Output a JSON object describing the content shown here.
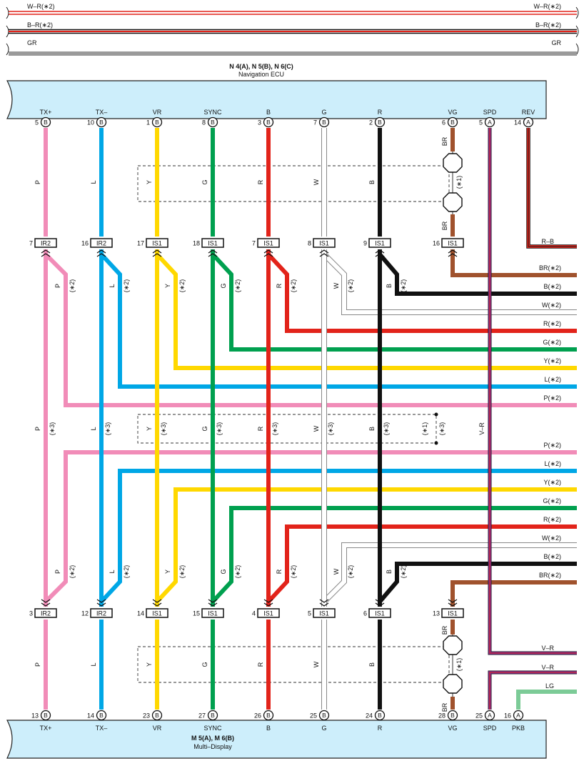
{
  "top_bus": [
    {
      "label_left": "W–R(∗2)",
      "label_right": "W–R(∗2)",
      "color": "#e2231a",
      "style": "double"
    },
    {
      "label_left": "B–R(∗2)",
      "label_right": "B–R(∗2)",
      "color": "#e2231a",
      "style": "blackred"
    },
    {
      "label_left": "GR",
      "label_right": "GR",
      "color": "#9a9a9a",
      "style": "solid"
    }
  ],
  "ecu_top": {
    "title": "N 4(A), N 5(B), N 6(C)",
    "subtitle": "Navigation ECU"
  },
  "ecu_bottom": {
    "title": "M 5(A), M 6(B)",
    "subtitle": "Multi–Display"
  },
  "wires": [
    {
      "key": "txp",
      "top_name": "TX+",
      "top_pin": "5",
      "top_conn": "B",
      "bot_name": "TX+",
      "bot_pin": "13",
      "bot_conn": "B",
      "color": "#f18cb8",
      "code": "P",
      "junction": "IR2",
      "j_top_pin": "7",
      "j_bot_pin": "3",
      "branch_code": "P",
      "branch_right": "P(∗2)",
      "branch_right2": "P(∗2)"
    },
    {
      "key": "txm",
      "top_name": "TX–",
      "top_pin": "10",
      "top_conn": "B",
      "bot_name": "TX–",
      "bot_pin": "14",
      "bot_conn": "B",
      "color": "#00a7e6",
      "code": "L",
      "junction": "IR2",
      "j_top_pin": "16",
      "j_bot_pin": "12",
      "branch_code": "L",
      "branch_right": "L(∗2)",
      "branch_right2": "L(∗2)"
    },
    {
      "key": "vr",
      "top_name": "VR",
      "top_pin": "1",
      "top_conn": "B",
      "bot_name": "VR",
      "bot_pin": "23",
      "bot_conn": "B",
      "color": "#ffd800",
      "code": "Y",
      "junction": "IS1",
      "j_top_pin": "17",
      "j_bot_pin": "14",
      "branch_code": "Y",
      "branch_right": "Y(∗2)",
      "branch_right2": "Y(∗2)"
    },
    {
      "key": "sync",
      "top_name": "SYNC",
      "top_pin": "8",
      "top_conn": "B",
      "bot_name": "SYNC",
      "bot_pin": "27",
      "bot_conn": "B",
      "color": "#00a04f",
      "code": "G",
      "junction": "IS1",
      "j_top_pin": "18",
      "j_bot_pin": "15",
      "branch_code": "G",
      "branch_right": "G(∗2)",
      "branch_right2": "G(∗2)"
    },
    {
      "key": "b",
      "top_name": "B",
      "top_pin": "3",
      "top_conn": "B",
      "bot_name": "B",
      "bot_pin": "26",
      "bot_conn": "B",
      "color": "#e2231a",
      "code": "R",
      "junction": "IS1",
      "j_top_pin": "7",
      "j_bot_pin": "4",
      "branch_code": "R",
      "branch_right": "R(∗2)",
      "branch_right2": "R(∗2)"
    },
    {
      "key": "g",
      "top_name": "G",
      "top_pin": "7",
      "top_conn": "B",
      "bot_name": "G",
      "bot_pin": "25",
      "bot_conn": "B",
      "color": "#ffffff",
      "code": "W",
      "junction": "IS1",
      "j_top_pin": "8",
      "j_bot_pin": "5",
      "branch_code": "W",
      "branch_right": "W(∗2)",
      "branch_right2": "W(∗2)"
    },
    {
      "key": "r",
      "top_name": "R",
      "top_pin": "2",
      "top_conn": "B",
      "bot_name": "R",
      "bot_pin": "24",
      "bot_conn": "B",
      "color": "#111111",
      "code": "B",
      "junction": "IS1",
      "j_top_pin": "9",
      "j_bot_pin": "6",
      "branch_code": "B",
      "branch_right": "B(∗2)",
      "branch_right2": "B(∗2)"
    },
    {
      "key": "vg",
      "top_name": "VG",
      "top_pin": "6",
      "top_conn": "B",
      "bot_name": "VG",
      "bot_pin": "28",
      "bot_conn": "B",
      "color": "#a0522d",
      "code": "BR",
      "junction": "IS1",
      "j_top_pin": "16",
      "j_bot_pin": "13",
      "branch_right": "BR(∗2)",
      "branch_right2": "BR(∗2)"
    }
  ],
  "spd": {
    "top_name": "SPD",
    "top_pin": "5",
    "top_conn": "A",
    "bot_name": "SPD",
    "bot_pin": "25",
    "bot_conn": "A",
    "code": "V–R",
    "right_label_1": "V–R",
    "right_label_2": "V–R"
  },
  "rev": {
    "top_name": "REV",
    "top_pin": "14",
    "top_conn": "A",
    "right_label": "R–B"
  },
  "pkb": {
    "bot_name": "PKB",
    "bot_pin": "16",
    "bot_conn": "A",
    "right_label": "LG"
  },
  "notes": {
    "star1": "(∗1)",
    "star2": "(∗2)",
    "star3": "(∗3)"
  }
}
